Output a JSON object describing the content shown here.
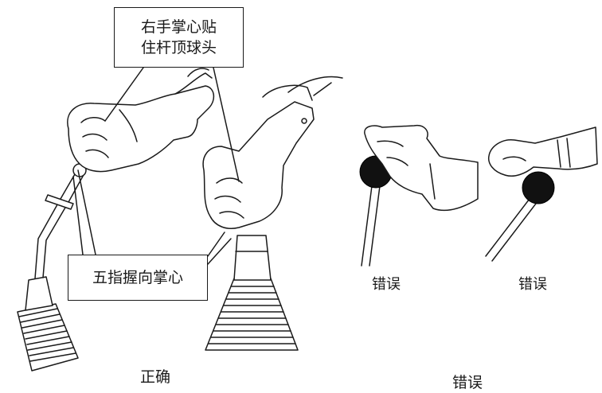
{
  "callouts": {
    "palm_line1": "右手掌心贴",
    "palm_line2": "住杆顶球头",
    "fingers": "五指握向掌心"
  },
  "labels": {
    "correct": "正确",
    "wrong_small_a": "错误",
    "wrong_small_b": "错误",
    "wrong_main": "错误"
  }
}
